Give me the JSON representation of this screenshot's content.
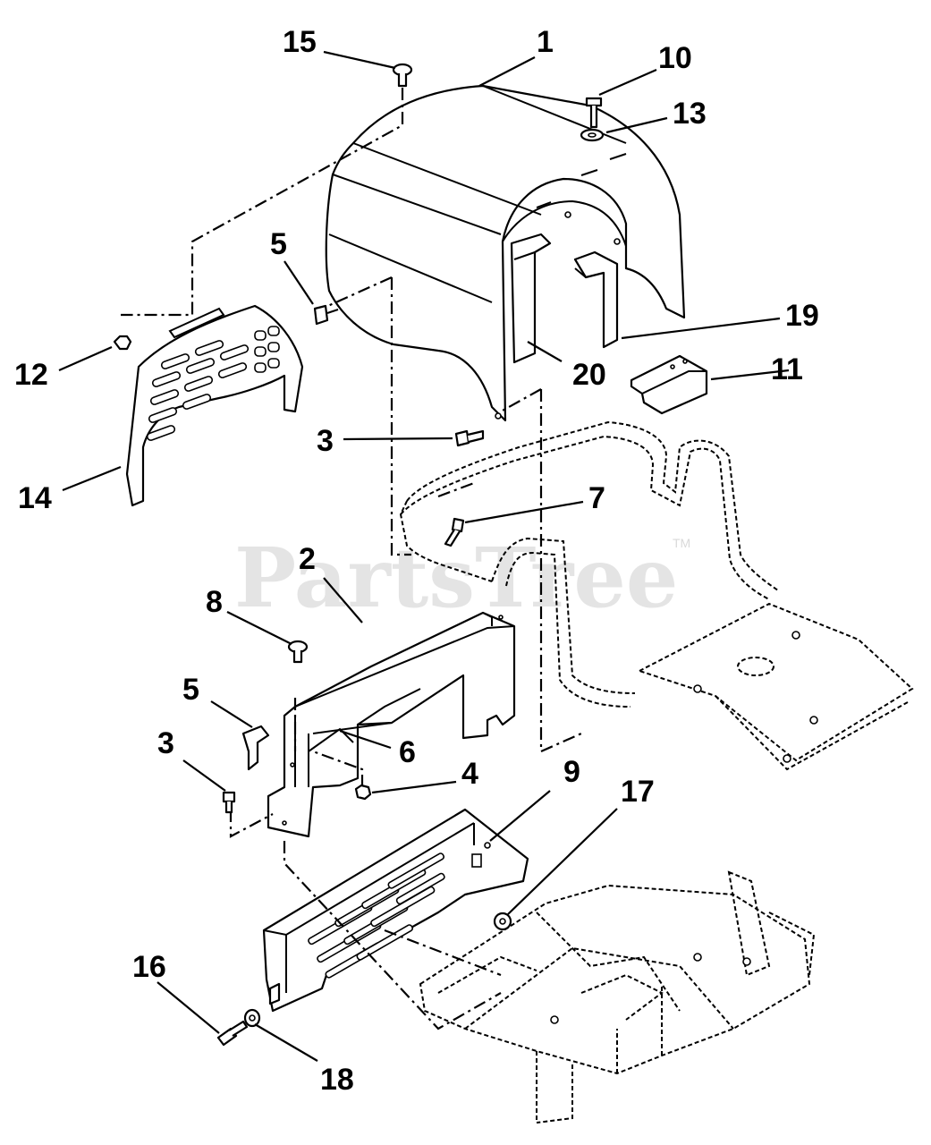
{
  "diagram": {
    "watermark": "PartsTree",
    "trademark": "TM",
    "callouts": [
      {
        "id": "c15",
        "label": "15"
      },
      {
        "id": "c1",
        "label": "1"
      },
      {
        "id": "c10",
        "label": "10"
      },
      {
        "id": "c13",
        "label": "13"
      },
      {
        "id": "c5a",
        "label": "5"
      },
      {
        "id": "c19",
        "label": "19"
      },
      {
        "id": "c12",
        "label": "12"
      },
      {
        "id": "c20",
        "label": "20"
      },
      {
        "id": "c11",
        "label": "11"
      },
      {
        "id": "c3a",
        "label": "3"
      },
      {
        "id": "c14",
        "label": "14"
      },
      {
        "id": "c7",
        "label": "7"
      },
      {
        "id": "c2",
        "label": "2"
      },
      {
        "id": "c8",
        "label": "8"
      },
      {
        "id": "c5b",
        "label": "5"
      },
      {
        "id": "c6",
        "label": "6"
      },
      {
        "id": "c3b",
        "label": "3"
      },
      {
        "id": "c4",
        "label": "4"
      },
      {
        "id": "c9",
        "label": "9"
      },
      {
        "id": "c17",
        "label": "17"
      },
      {
        "id": "c16",
        "label": "16"
      },
      {
        "id": "c18",
        "label": "18"
      }
    ]
  }
}
